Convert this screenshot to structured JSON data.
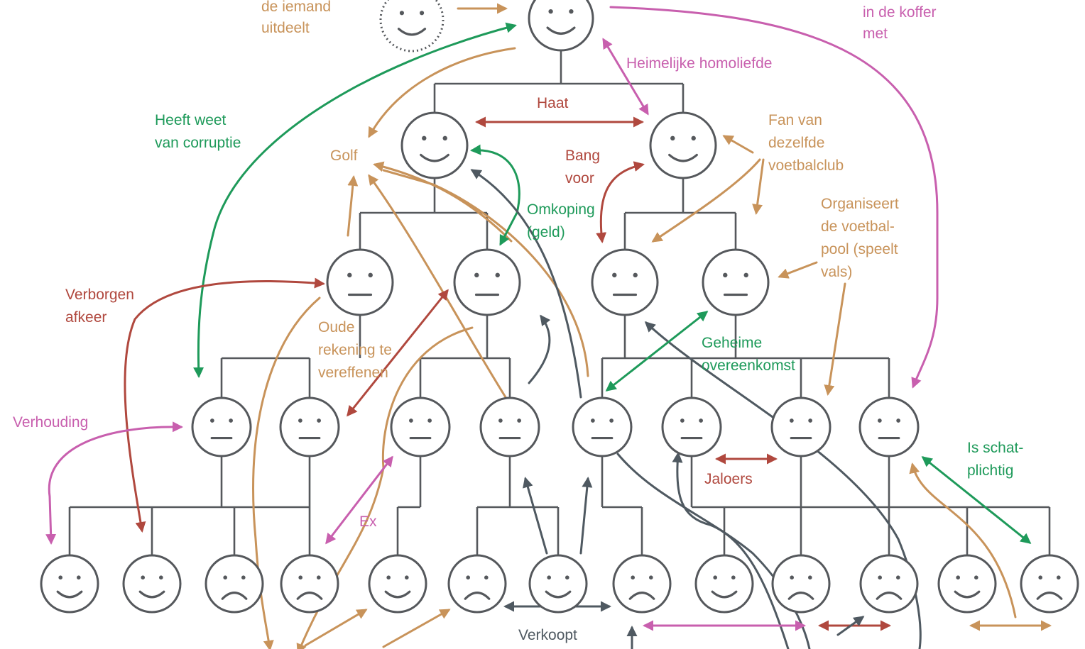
{
  "colors": {
    "green": "#1e9a5a",
    "tan": "#c8935a",
    "red": "#b0483e",
    "pink": "#c85fae",
    "slate": "#4f5961",
    "line": "#55585c"
  },
  "labels": {
    "top_left_1": "de iemand",
    "top_left_2": "uitdeelt",
    "top_right_1": "in de koffer",
    "top_right_2": "met",
    "homoliefde": "Heimelijke homoliefde",
    "haat": "Haat",
    "corruptie_1": "Heeft weet",
    "corruptie_2": "van corruptie",
    "golf": "Golf",
    "bang_1": "Bang",
    "bang_2": "voor",
    "fan_1": "Fan van",
    "fan_2": "dezelfde",
    "fan_3": "voetbalclub",
    "omkoping_1": "Omkoping",
    "omkoping_2": "(geld)",
    "organiseert_1": "Organiseert",
    "organiseert_2": "de voetbal-",
    "organiseert_3": "pool (speelt",
    "organiseert_4": "vals)",
    "afkeer_1": "Verborgen",
    "afkeer_2": "afkeer",
    "rekening_1": "Oude",
    "rekening_2": "rekening te",
    "rekening_3": "vereffenen",
    "geheime_1": "Geheime",
    "geheime_2": "overeenkomst",
    "verhouding": "Verhouding",
    "schat_1": "Is schat-",
    "schat_2": "plichtig",
    "jaloers": "Jaloers",
    "ex": "Ex",
    "verkoopt": "Verkoopt"
  }
}
